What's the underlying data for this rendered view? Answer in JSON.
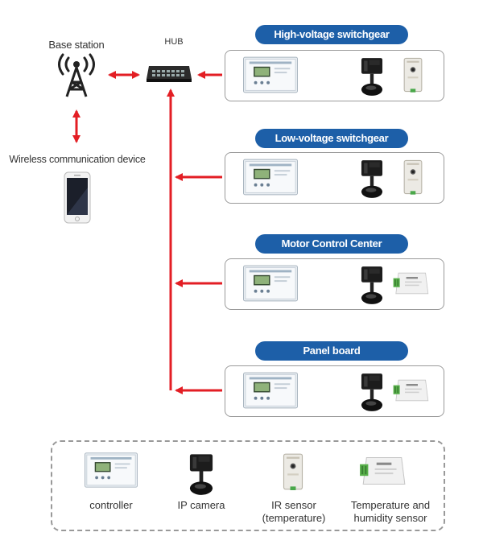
{
  "diagram": {
    "base_station_label": "Base station",
    "hub_label": "HUB",
    "wireless_label": "Wireless communication device",
    "sections": [
      {
        "title": "High-voltage switchgear",
        "sensor": "ir"
      },
      {
        "title": "Low-voltage switchgear",
        "sensor": "ir"
      },
      {
        "title": "Motor Control Center",
        "sensor": "th"
      },
      {
        "title": "Panel board",
        "sensor": "th"
      }
    ],
    "legend": [
      {
        "label_line1": "controller",
        "label_line2": ""
      },
      {
        "label_line1": "IP camera",
        "label_line2": ""
      },
      {
        "label_line1": "IR sensor",
        "label_line2": "(temperature)"
      },
      {
        "label_line1": "Temperature and",
        "label_line2": "humidity sensor"
      }
    ],
    "colors": {
      "arrow": "#e31e24",
      "pill": "#1d5fa8",
      "border": "#9a9a9a"
    }
  }
}
